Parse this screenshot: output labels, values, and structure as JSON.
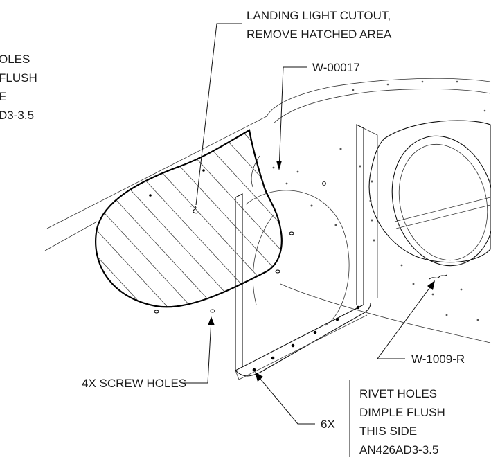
{
  "callouts": {
    "landing_light": [
      "LANDING LIGHT CUTOUT,",
      "REMOVE HATCHED AREA"
    ],
    "part_w00017": "W-00017",
    "left_holes": [
      "OLES",
      "FLUSH",
      "E",
      "D3-3.5"
    ],
    "part_w1009r": "W-1009-R",
    "screw_holes": "4X SCREW HOLES",
    "rivet_count": "6X",
    "rivet_note": [
      "RIVET HOLES",
      "DIMPLE FLUSH",
      "THIS SIDE",
      "AN426AD3-3.5"
    ]
  }
}
